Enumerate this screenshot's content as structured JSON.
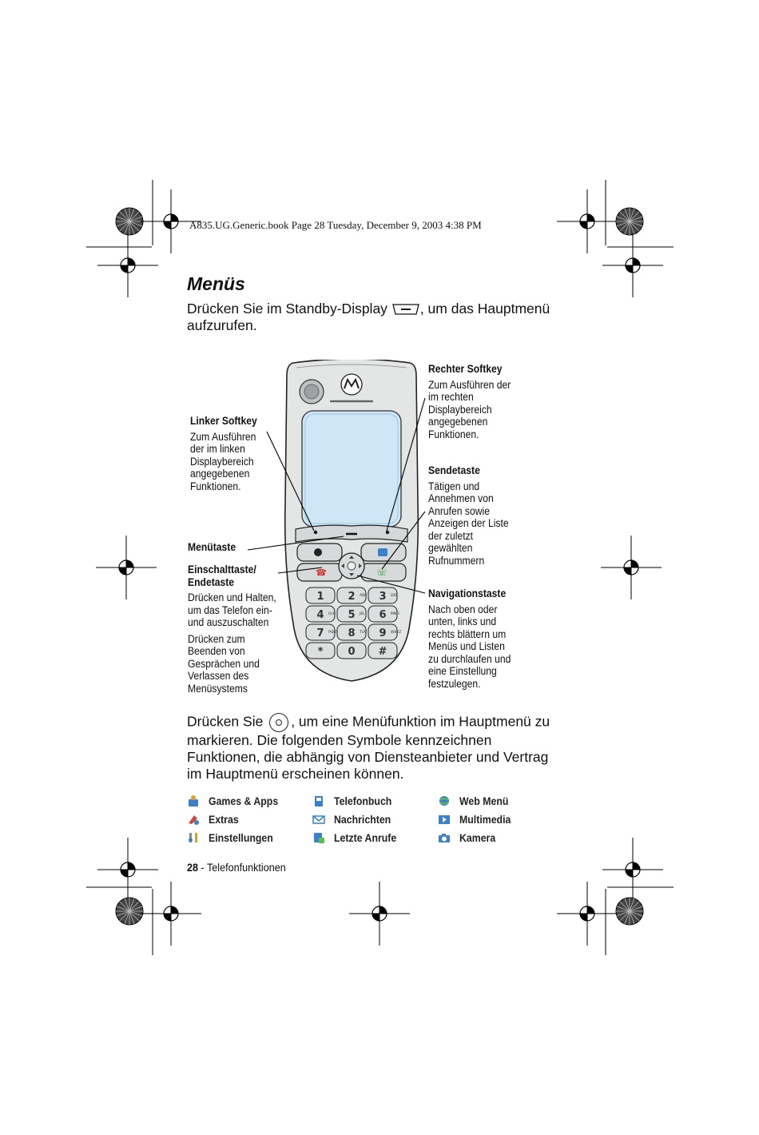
{
  "header": {
    "text": "A835.UG.Generic.book  Page 28  Tuesday, December 9, 2003  4:38 PM"
  },
  "title": "Menüs",
  "intro": {
    "before": "Drücken Sie im Standby-Display",
    "after": ", um das Hauptmenü aufzurufen."
  },
  "callouts": {
    "left_softkey": {
      "title": "Linker Softkey",
      "body": "Zum Ausführen der im linken Displaybereich angegebenen Funktionen."
    },
    "menu_key": {
      "title": "Menütaste"
    },
    "power_key": {
      "title": "Einschalttaste/ Endetaste",
      "body1": "Drücken und Halten, um das Telefon ein- und auszuschalten",
      "body2": "Drücken zum Beenden von Gesprächen und Verlassen des Menüsystems"
    },
    "right_softkey": {
      "title": "Rechter Softkey",
      "body": "Zum Ausführen der im rechten Displaybereich angegebenen Funktionen."
    },
    "send_key": {
      "title": "Sendetaste",
      "body": "Tätigen und Annehmen von Anrufen sowie Anzeigen der Liste der zuletzt gewählten Rufnummern"
    },
    "nav_key": {
      "title": "Navigationstaste",
      "body": "Nach oben oder unten, links und rechts blättern um Menüs und Listen zu durchlaufen und eine Einstellung festzulegen."
    }
  },
  "phone": {
    "keys": [
      "1",
      "2",
      "3",
      "4",
      "5",
      "6",
      "7",
      "8",
      "9",
      "*",
      "0",
      "#"
    ],
    "key_subs": [
      "",
      "ABC",
      "DEF",
      "GHI",
      "JKL",
      "MNO",
      "PQRS",
      "TUV",
      "WXYZ",
      "",
      "",
      ""
    ]
  },
  "body2": {
    "before": "Drücken Sie",
    "after": ", um eine Menüfunktion im Hauptmenü zu markieren. Die folgenden Symbole kennzeichnen Funktionen, die abhängig von Diensteanbieter und Vertrag im Hauptmenü erscheinen können."
  },
  "functions": [
    {
      "name": "Games & Apps",
      "icon": "games-apps-icon"
    },
    {
      "name": "Telefonbuch",
      "icon": "phonebook-icon"
    },
    {
      "name": "Web Menü",
      "icon": "web-menu-icon"
    },
    {
      "name": "Extras",
      "icon": "extras-icon"
    },
    {
      "name": "Nachrichten",
      "icon": "messages-icon"
    },
    {
      "name": "Multimedia",
      "icon": "multimedia-icon"
    },
    {
      "name": "Einstellungen",
      "icon": "settings-icon"
    },
    {
      "name": "Letzte Anrufe",
      "icon": "recent-calls-icon"
    },
    {
      "name": "Kamera",
      "icon": "camera-icon"
    }
  ],
  "footer": {
    "page": "28",
    "text": " - Telefonfunktionen"
  },
  "colors": {
    "screen": "#cfe6f6",
    "phone_body": "#e4e6e6",
    "icon_blue": "#3a7fd0"
  }
}
